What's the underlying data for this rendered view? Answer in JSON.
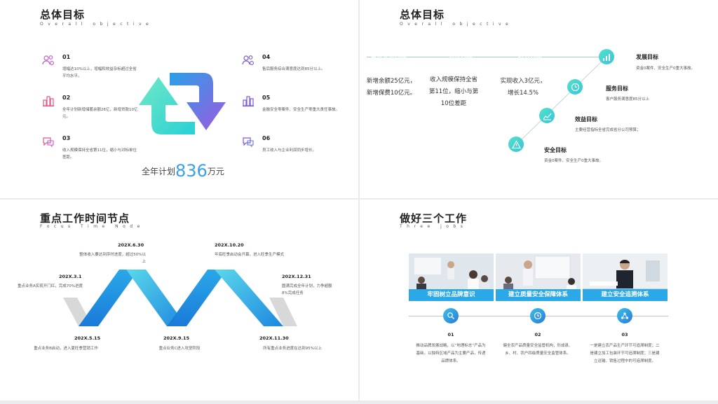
{
  "slide1": {
    "title": "总体目标",
    "subtitle": "Overall objective",
    "items": [
      {
        "num": "01",
        "desc": "增幅达10%以上，增幅和效益杂标超过全省平均水平。",
        "icon": "users-icon"
      },
      {
        "num": "02",
        "desc": "全年计划新增储蓄余额26亿，新增贷款10亿元。",
        "icon": "buildings-icon"
      },
      {
        "num": "03",
        "desc": "收入规模保持全省第11位，缩小与对标单位差距。",
        "icon": "chat-icon"
      },
      {
        "num": "04",
        "desc": "售后服务综合满意度达到85分以上。",
        "icon": "users-icon"
      },
      {
        "num": "05",
        "desc": "金融安全零案件、安全生产零重大责任事故。",
        "icon": "buildings-icon"
      },
      {
        "num": "06",
        "desc": "员工收入与企业利润同步增长。",
        "icon": "chat-icon"
      }
    ],
    "plan_prefix": "全年计划",
    "plan_value": "836",
    "plan_unit": "万元"
  },
  "slide2": {
    "title": "总体目标",
    "subtitle": "Overall objective",
    "pills": [
      {
        "label": "重点业务目标",
        "color": "#2aa8e8"
      },
      {
        "label": "进位目标",
        "color": "#2aa8e8"
      },
      {
        "label": "收入目标",
        "color": "#2aa8e8"
      }
    ],
    "mid_texts": [
      {
        "lines": [
          "新增余额25亿元，",
          "新增保费10亿元。"
        ]
      },
      {
        "lines": [
          "收入规模保持全省",
          "第11位，缩小与第",
          "10位差距"
        ]
      },
      {
        "lines": [
          "实现收入3亿元，",
          "增长14.5%"
        ]
      }
    ],
    "targets": [
      {
        "title": "发展目标",
        "desc": "资金0案件、安全生产0重大事故。"
      },
      {
        "title": "服务目标",
        "desc": "客户服务满意度85分以上"
      },
      {
        "title": "效益目标",
        "desc": "主要经营指标全省完成省分公司预算；"
      },
      {
        "title": "安全目标",
        "desc": "资金0案件、安全生产0重大事故。"
      }
    ]
  },
  "slide3": {
    "title": "重点工作时间节点",
    "subtitle": "Focus Time Node",
    "top_nodes": [
      {
        "date": "202X.6.30",
        "desc": "整体收入要达到序时进度，超过50%以上"
      },
      {
        "date": "202X.10.20",
        "desc": "年底旺季启动会开幕，进入旺季生产模式"
      }
    ],
    "side_nodes": [
      {
        "date": "202X.3.1",
        "desc": "重点业务A实现开门红，完成70%进度"
      },
      {
        "date": "202X.12.31",
        "desc": "圆满完成全年计划，力争超额8%完成任务"
      }
    ],
    "bottom_nodes": [
      {
        "date": "202X.5.15",
        "desc": "重点业务B启动，进入夏旺季营销工作"
      },
      {
        "date": "202X.9.15",
        "desc": "重点业务C进入攻坚阶段"
      },
      {
        "date": "202X.11.30",
        "desc": "所有重点业务进度在达到95%以上"
      }
    ]
  },
  "slide4": {
    "title": "做好三个工作",
    "subtitle": "Three jobs",
    "jobs": [
      {
        "caption": "牢固树立品牌意识",
        "num": "01",
        "desc": "推动品牌发展战略，以“地理标志”产品为基础，以独特区域产品为主要产品，传递品牌体系。"
      },
      {
        "caption": "建立质量安全保障体系",
        "num": "02",
        "desc": "健全农产品质量安全监管机构，形成县、乡、村、农户四级质量安全监管体系。"
      },
      {
        "caption": "建立安全追溯体系",
        "num": "03",
        "desc": "一是建立农产品生产环节可追溯制度；二是建立加工包装环节可追溯制度；三是建立运输、销售过程中的可追溯制度。"
      }
    ]
  }
}
